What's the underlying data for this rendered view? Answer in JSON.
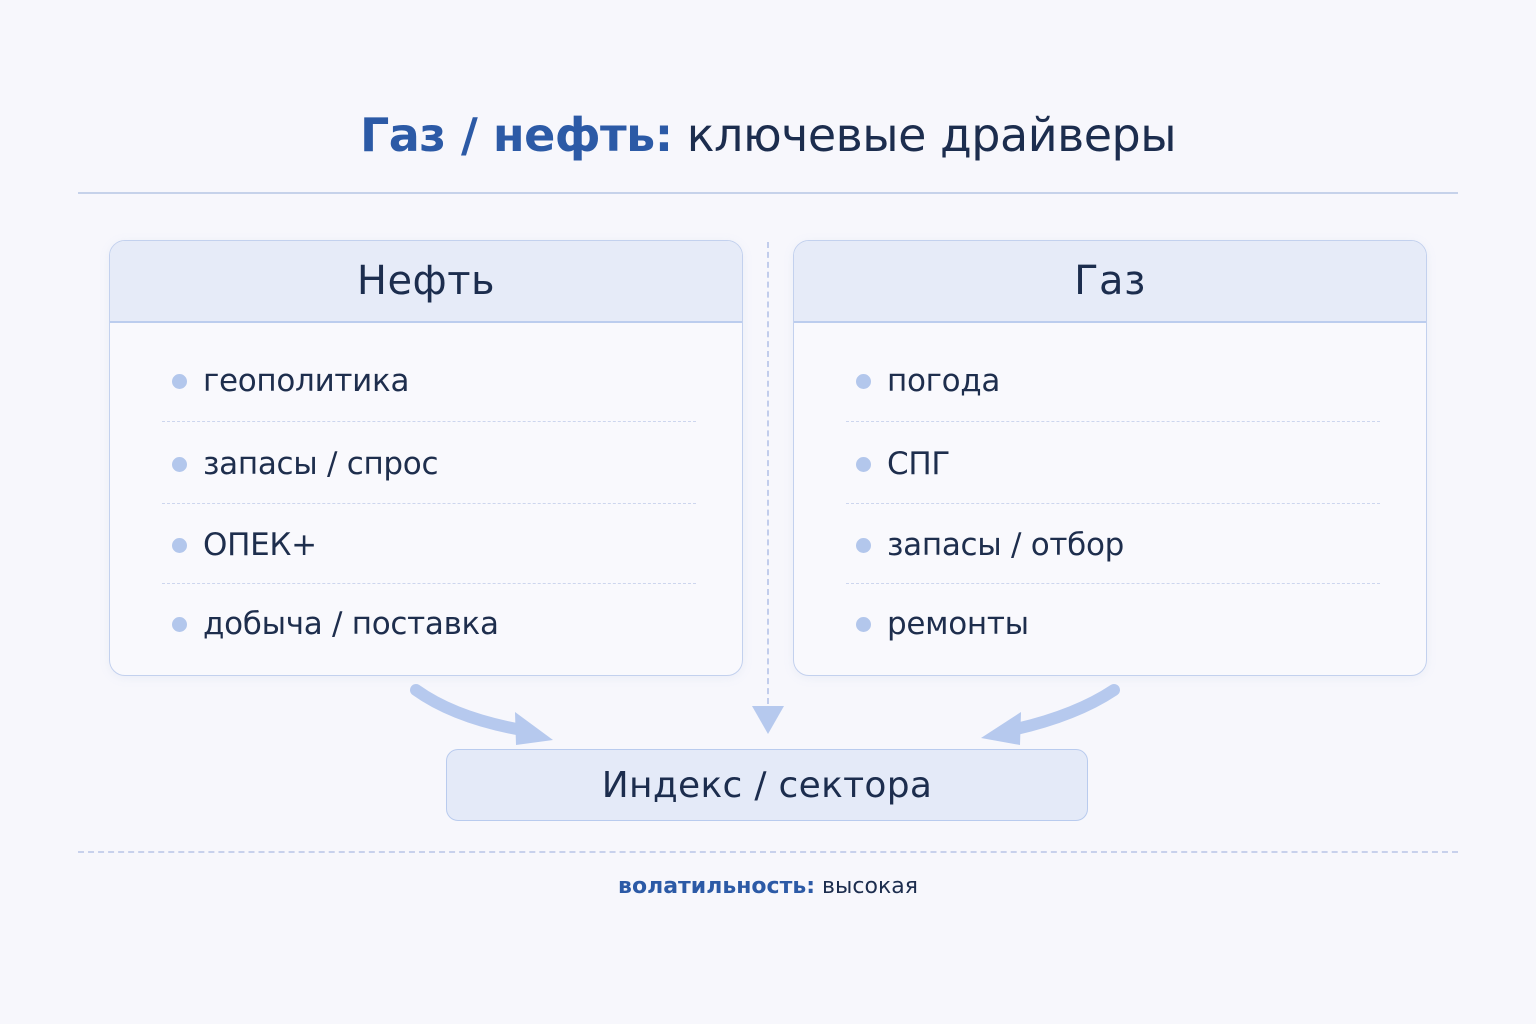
{
  "title": {
    "accent": "Газ / нефть:",
    "rest": " ключевые драйверы"
  },
  "cards": [
    {
      "heading": "Нефть",
      "items": [
        "геополитика",
        "запасы / спрос",
        "ОПЕК+",
        "добыча / поставка"
      ]
    },
    {
      "heading": "Газ",
      "items": [
        "погода",
        "СПГ",
        "запасы / отбор",
        "ремонты"
      ]
    }
  ],
  "target": {
    "label": "Индекс / сектора"
  },
  "footer": {
    "accent": "волатильность:",
    "rest": " высокая"
  },
  "colors": {
    "accent": "#2c5aa6",
    "text": "#1c2d4e",
    "header_bg": "#e6ebf8",
    "bullet": "#b3c7ec",
    "arrow": "#b6c9ee",
    "background": "#f7f7fc"
  },
  "icons": {
    "bullet": "dot-icon",
    "left_arrow": "curved-arrow-icon",
    "center_arrow": "down-arrow-icon",
    "right_arrow": "curved-arrow-icon"
  }
}
